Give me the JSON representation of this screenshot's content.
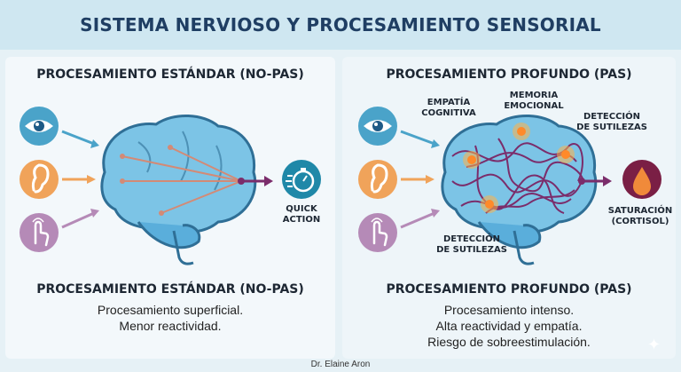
{
  "title": "SISTEMA NERVIOSO Y PROCESAMIENTO SENSORIAL",
  "left": {
    "heading": "PROCESAMIENTO ESTÁNDAR (NO-PAS)",
    "output_label_1": "QUICK",
    "output_label_2": "ACTION",
    "footer_title": "PROCESAMIENTO ESTÁNDAR (NO-PAS)",
    "footer_lines": [
      "Procesamiento superficial.",
      "Menor reactividad."
    ]
  },
  "right": {
    "heading": "PROCESAMIENTO PROFUNDO (PAS)",
    "labels": {
      "empatia_1": "EMPATÍA",
      "empatia_2": "COGNITIVA",
      "memoria_1": "MEMORIA",
      "memoria_2": "EMOCIONAL",
      "deteccion_top_1": "DETECCIÓN",
      "deteccion_top_2": "DE SUTILEZAS",
      "deteccion_bottom_1": "DETECCIÓN",
      "deteccion_bottom_2": "DE SUTILEZAS"
    },
    "output_label_1": "SATURACIÓN",
    "output_label_2": "(CORTISOL)",
    "footer_title": "PROCESAMIENTO PROFUNDO (PAS)",
    "footer_lines": [
      "Procesamiento intenso.",
      "Alta reactividad y empatía.",
      "Riesgo de sobreestimulación."
    ]
  },
  "credit": "Dr. Elaine Aron",
  "icons": [
    "eye-icon",
    "ear-icon",
    "touch-hand-icon",
    "stopwatch-icon",
    "drop-icon"
  ],
  "colors": {
    "eye": "#4aa3c9",
    "ear": "#f0a35a",
    "touch": "#b58ab7",
    "brain": "#7cc4e6",
    "path": "#7b2d6b",
    "stopwatch": "#1f88a8",
    "drop": "#7a1f45",
    "glow": "#ffb347"
  }
}
